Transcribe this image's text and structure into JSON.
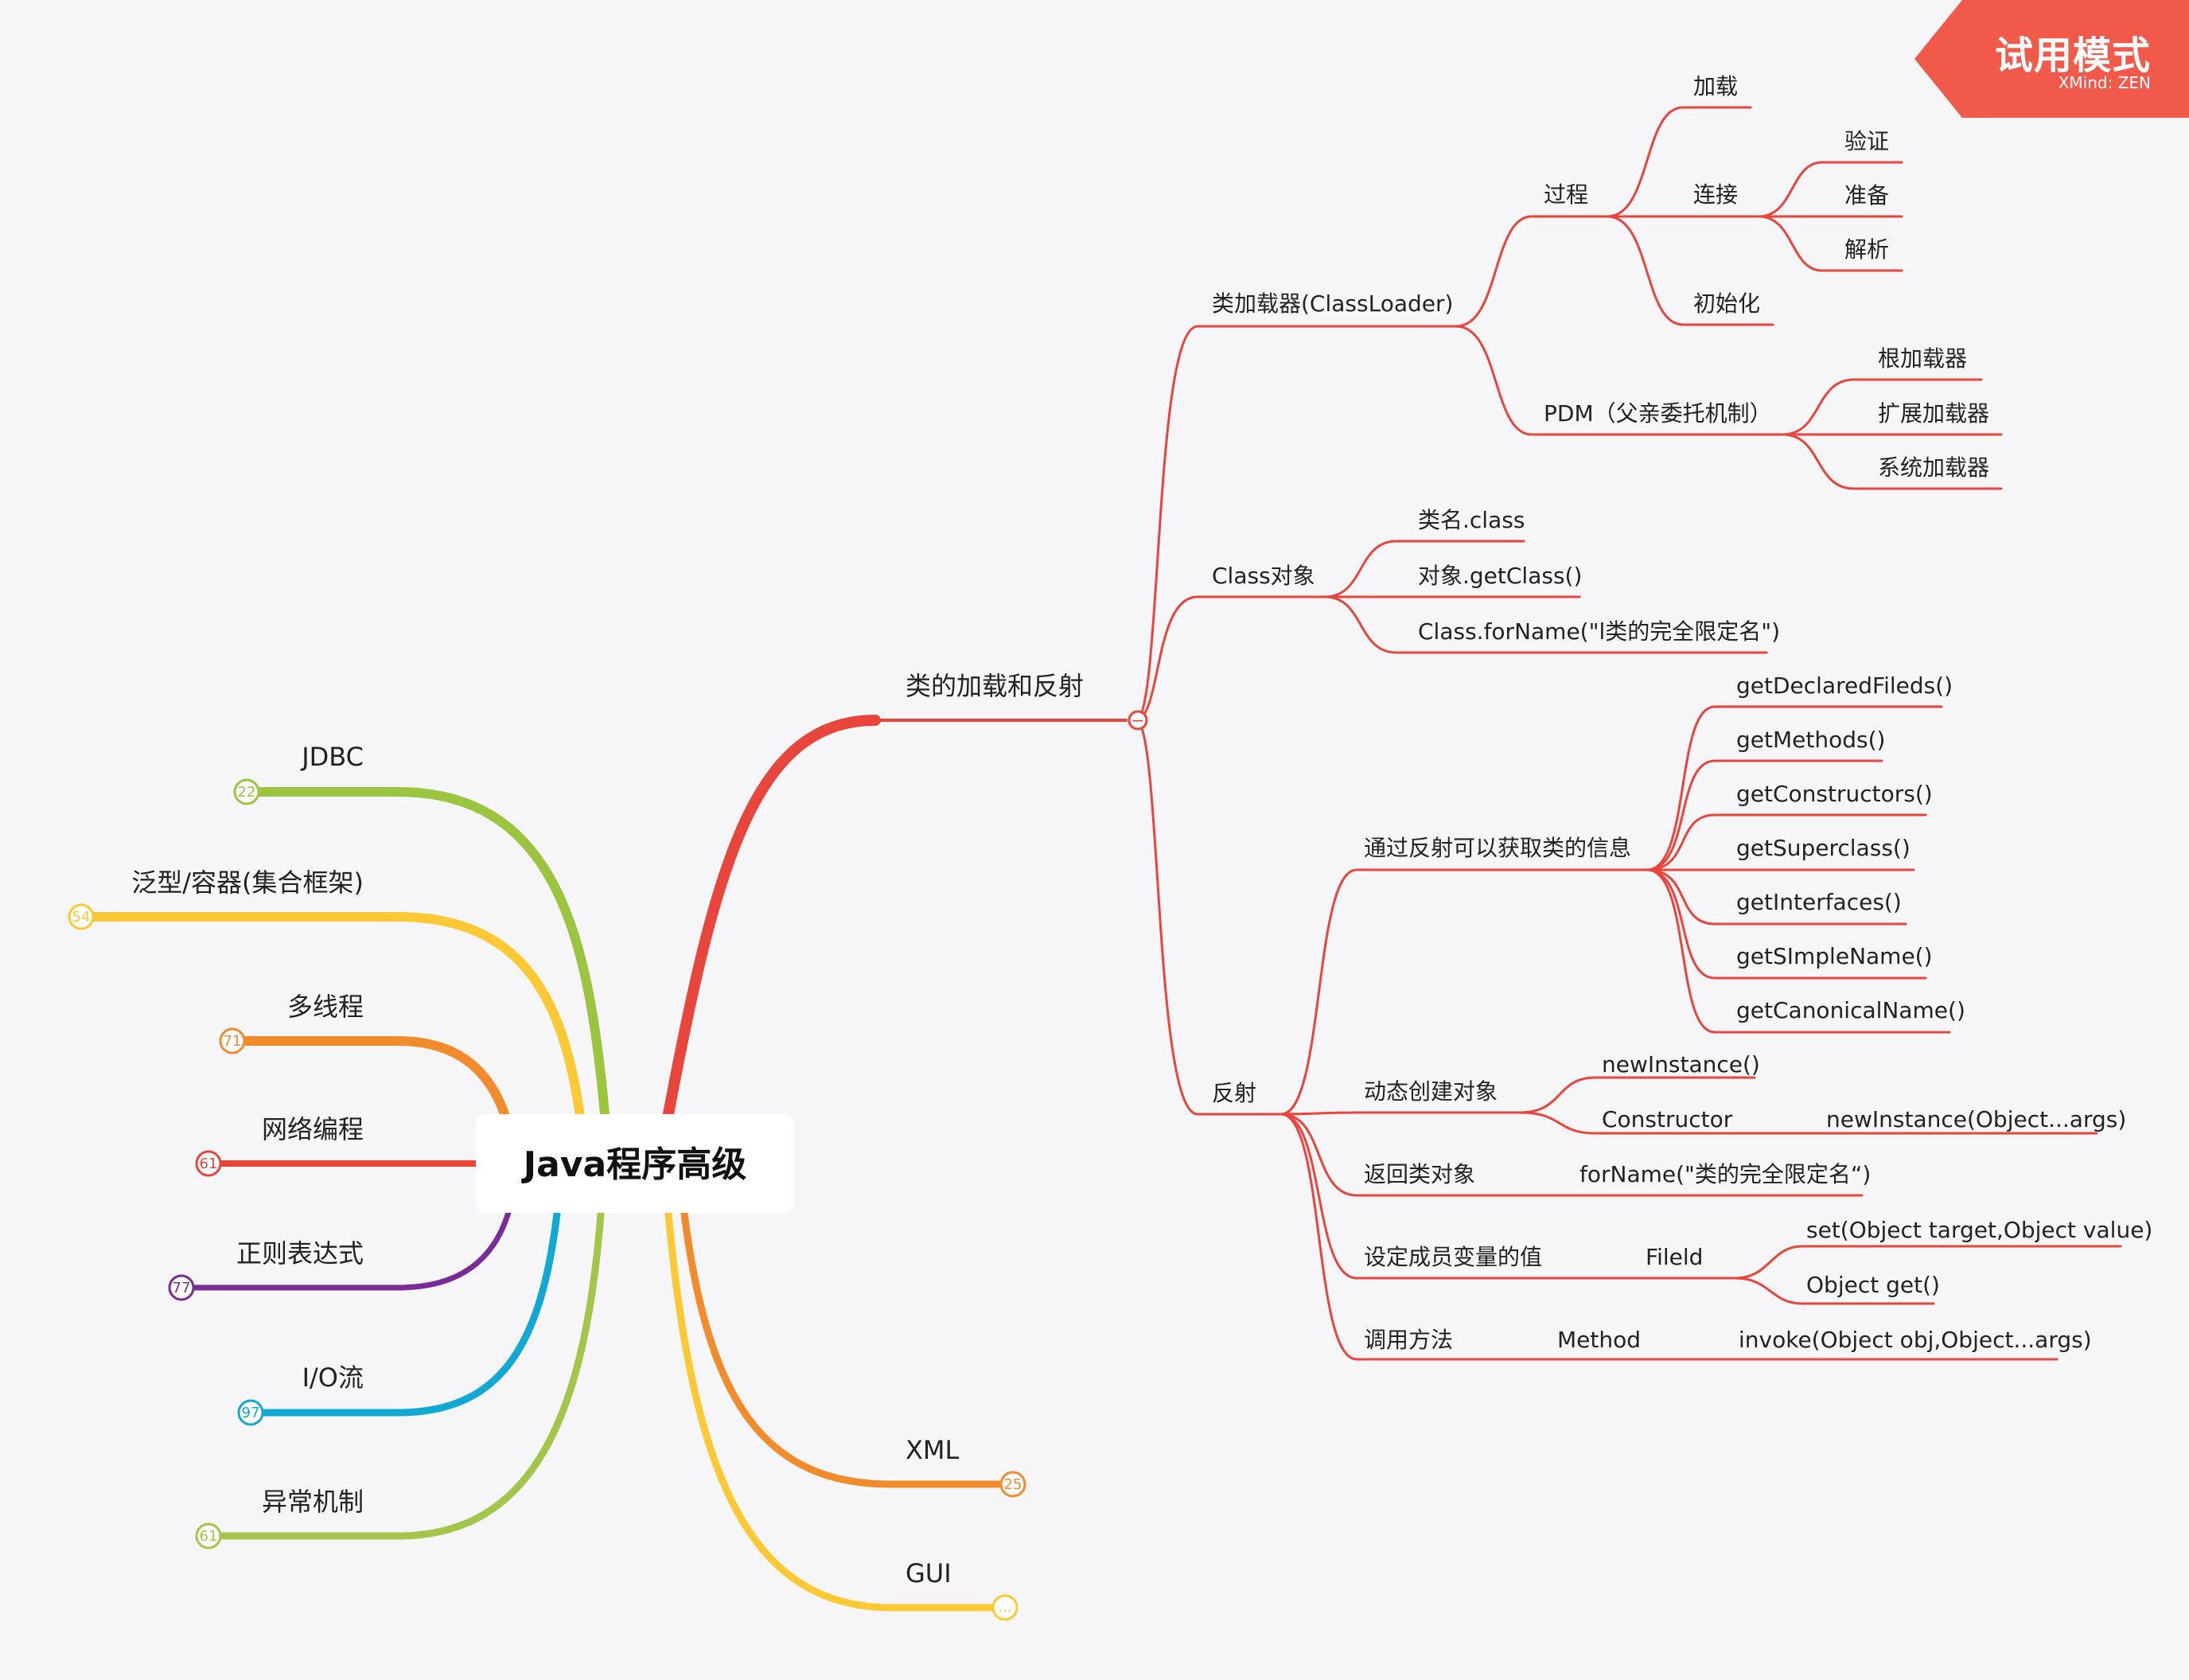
{
  "banner": {
    "title": "试用模式",
    "subtitle": "XMind: ZEN",
    "color": "#f15a4a"
  },
  "colors": {
    "red": "#e8453c",
    "green": "#9bc43f",
    "yellow": "#fcc935",
    "orange": "#f28b2b",
    "purple": "#7a2c96",
    "blue": "#12a8d4",
    "lime": "#a3c54a"
  },
  "center": {
    "title": "Java程序高级"
  },
  "left_topics": [
    {
      "label": "JDBC",
      "count": "22",
      "color": "#9bc43f"
    },
    {
      "label": "泛型/容器(集合框架)",
      "count": "54",
      "color": "#fcc935"
    },
    {
      "label": "多线程",
      "count": "71",
      "color": "#f28b2b"
    },
    {
      "label": "网络编程",
      "count": "61",
      "color": "#e8453c"
    },
    {
      "label": "正则表达式",
      "count": "77",
      "color": "#7a2c96"
    },
    {
      "label": "I/O流",
      "count": "97",
      "color": "#12a8d4"
    },
    {
      "label": "异常机制",
      "count": "61",
      "color": "#a3c54a"
    }
  ],
  "right_topics": [
    {
      "label": "XML",
      "count": "25",
      "color": "#f28b2b"
    },
    {
      "label": "GUI",
      "count": "...",
      "color": "#fcc935"
    }
  ],
  "reflection": {
    "label": "类的加载和反射",
    "collapse_symbol": "−",
    "classloader": {
      "label": "类加载器(ClassLoader)",
      "process": {
        "label": "过程",
        "load": "加载",
        "link": "连接",
        "init": "初始化",
        "link_children": [
          "验证",
          "准备",
          "解析"
        ]
      },
      "pdm": {
        "label": "PDM（父亲委托机制）",
        "children": [
          "根加载器",
          "扩展加载器",
          "系统加载器"
        ]
      }
    },
    "class_object": {
      "label": "Class对象",
      "children": [
        "类名.class",
        "对象.getClass()",
        "Class.forName(\"l类的完全限定名\")"
      ]
    },
    "reflect": {
      "label": "反射",
      "info": {
        "label": "通过反射可以获取类的信息",
        "children": [
          "getDeclaredFileds()",
          "getMethods()",
          "getConstructors()",
          "getSuperclass()",
          "getInterfaces()",
          "getSImpleName()",
          "getCanonicalName()"
        ]
      },
      "dynamic": {
        "label": "动态创建对象",
        "new_instance": "newInstance()",
        "constructor": "Constructor",
        "constructor_new": "newInstance(Object...args)"
      },
      "return_class": {
        "label": "返回类对象",
        "child": "forName(\"类的完全限定名“)"
      },
      "set_field": {
        "label": "设定成员变量的值",
        "field": "Fileld",
        "children": [
          "set(Object target,Object value)",
          "Object get()"
        ]
      },
      "invoke": {
        "label": "调用方法",
        "method": "Method",
        "call": "invoke(Object obj,Object...args)"
      }
    }
  }
}
